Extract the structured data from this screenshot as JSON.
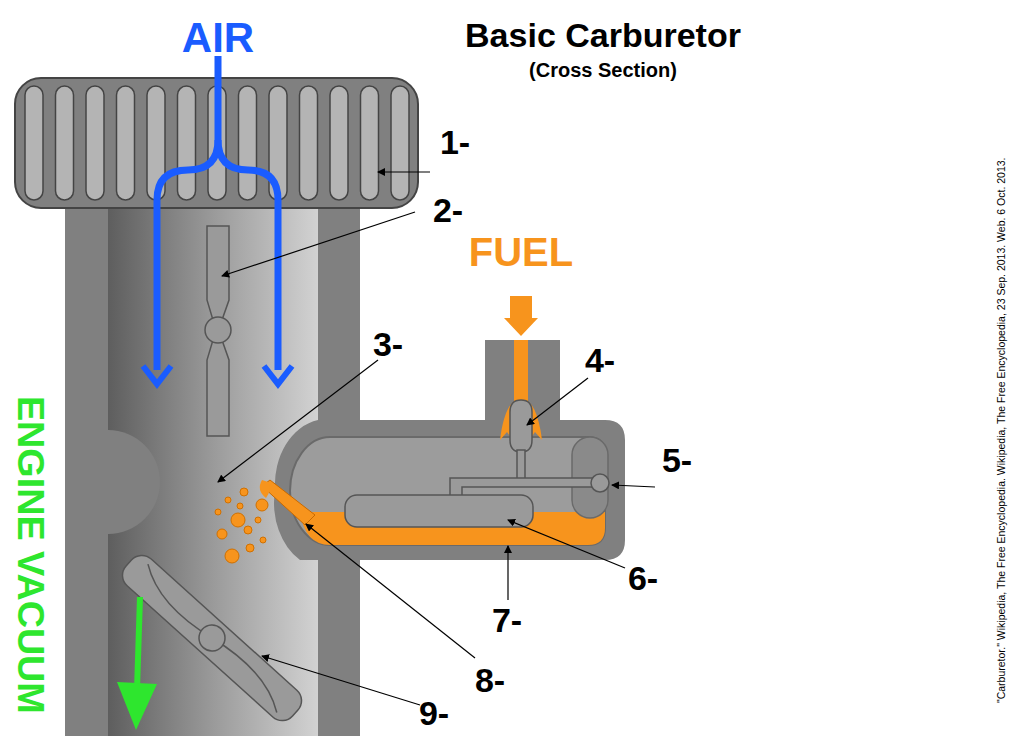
{
  "diagram": {
    "title": "Basic Carburetor",
    "labels": [
      "(Cross Section)",
      "AIR",
      "FUEL",
      "ENGINE VACUUM",
      "1-",
      "2-",
      "3-",
      "4-",
      "5-",
      "6-",
      "7-",
      "8-",
      "9-",
      "\"Carburetor.\" Wikipedia, The Free Encyclopedia. Wikipedia, The Free Encyclopedia, 23 Sep. 2013. Web. 6 Oct. 2013."
    ]
  }
}
